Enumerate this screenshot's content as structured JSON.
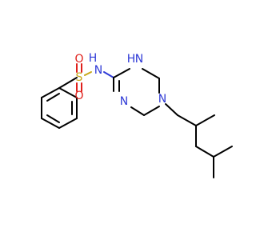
{
  "molecule": {
    "atoms": {
      "sulfur": "S",
      "oxygen_top": "O",
      "oxygen_bottom": "O",
      "sulfonamide_nh": "H",
      "sulfonamide_n": "N",
      "ring_nh_h": "H",
      "ring_nh_n": "N",
      "ring_n_imine": "N",
      "ring_n_tertiary": "N"
    },
    "colors": {
      "carbon_bond": "#000000",
      "nitrogen": "#2f3ad6",
      "oxygen": "#e0201b",
      "sulfur": "#c7a81a"
    }
  }
}
